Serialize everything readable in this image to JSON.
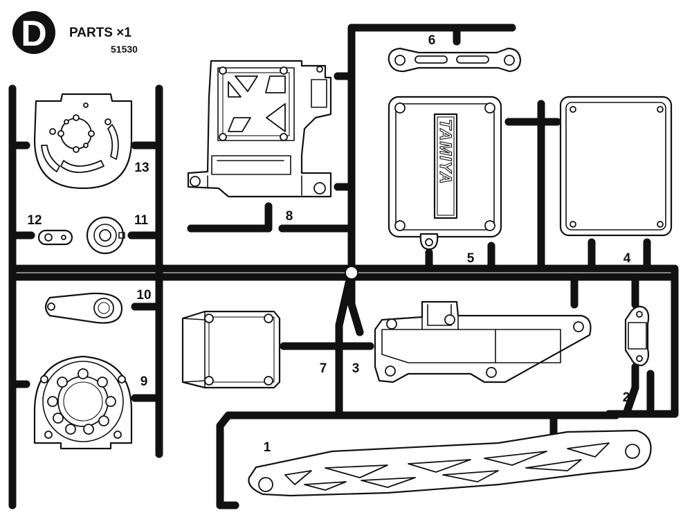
{
  "header": {
    "letter": "D",
    "title": "PARTS ×1",
    "code": "51530"
  },
  "logo": "TAMIYA",
  "parts": [
    {
      "number": "1",
      "name": "long-arm-part"
    },
    {
      "number": "2",
      "name": "small-bracket-part"
    },
    {
      "number": "3",
      "name": "long-mount-part"
    },
    {
      "number": "4",
      "name": "flat-plate-part"
    },
    {
      "number": "5",
      "name": "receiver-box-cover-part"
    },
    {
      "number": "6",
      "name": "slotted-link-part"
    },
    {
      "number": "7",
      "name": "small-box-part"
    },
    {
      "number": "8",
      "name": "receiver-box-part"
    },
    {
      "number": "9",
      "name": "motor-mount-part"
    },
    {
      "number": "10",
      "name": "servo-horn-part"
    },
    {
      "number": "11",
      "name": "round-collar-part"
    },
    {
      "number": "12",
      "name": "small-link-part"
    },
    {
      "number": "13",
      "name": "motor-plate-part"
    }
  ]
}
